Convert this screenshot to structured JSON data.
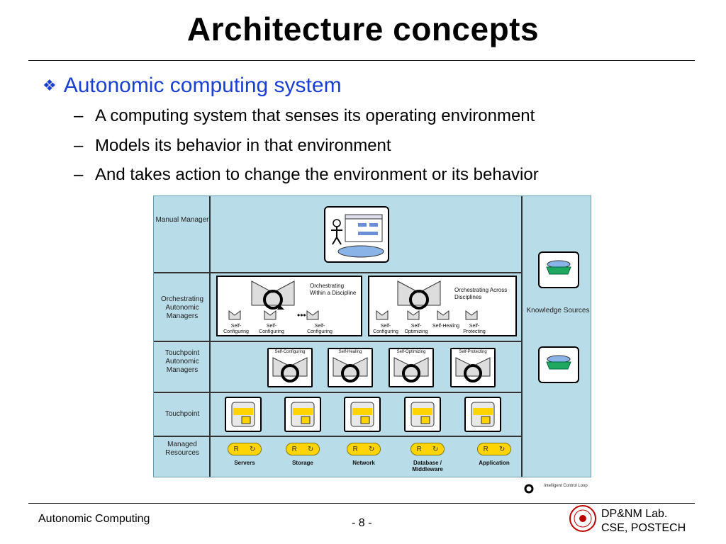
{
  "slide": {
    "title": "Architecture concepts",
    "bullet": "Autonomic computing system",
    "subs": [
      "A computing system that senses its operating environment",
      "Models its behavior in that environment",
      "And takes action to change the environment or its behavior"
    ]
  },
  "diagram": {
    "rows": [
      "Manual Manager",
      "Orchestrating Autonomic Managers",
      "Touchpoint Autonomic Managers",
      "Touchpoint",
      "Managed Resources"
    ],
    "orchestrating_within": "Orchestrating Within a Discipline",
    "orchestrating_across": "Orchestrating Across Disciplines",
    "within_subs": [
      "Self-Configuring",
      "Self-Configuring",
      "Self-Configuring"
    ],
    "across_subs": [
      "Self-Configuring",
      "Self-Optimizing",
      "Self-Healing",
      "Self-Protecting"
    ],
    "touchpoint_managers": [
      "Self-Configuring",
      "Self-Healing",
      "Self-Optimizing",
      "Self-Protecting"
    ],
    "resources": [
      "Servers",
      "Storage",
      "Network",
      "Database / Middleware",
      "Application"
    ],
    "resource_letter": "R",
    "knowledge": "Knowledge Sources",
    "legend": "Intelligent Control Loop",
    "ellipsis": "•••"
  },
  "footer": {
    "left": "Autonomic Computing",
    "center": "- 8 -",
    "right_line1": "DP&NM Lab.",
    "right_line2": "CSE, POSTECH"
  },
  "colors": {
    "accent": "#1a3fd6",
    "panel": "#b8dce8",
    "resource": "#ffd400"
  }
}
